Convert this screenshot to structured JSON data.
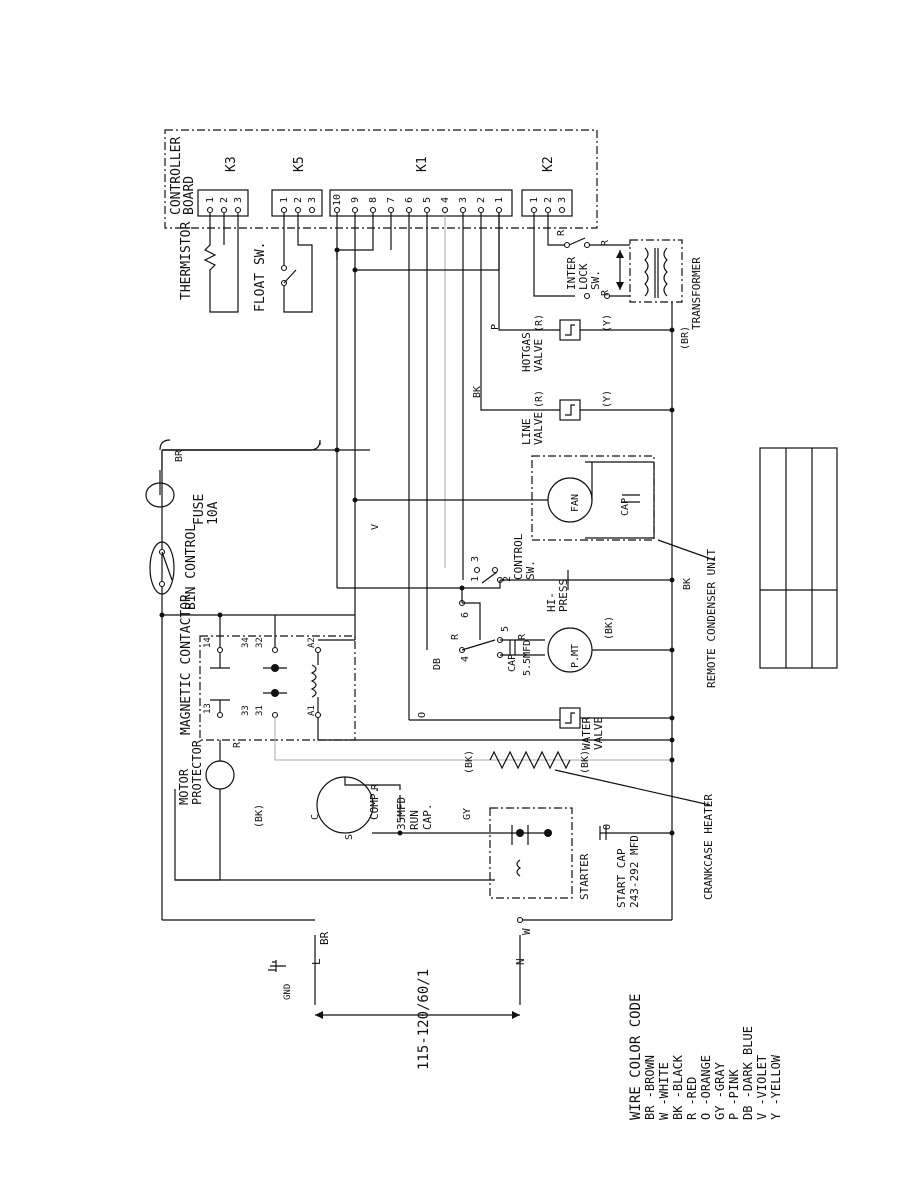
{
  "controller": {
    "title": "CONTROLLER",
    "subtitle": "BOARD"
  },
  "connectors": [
    {
      "name": "K3",
      "pins": [
        "1",
        "2",
        "3"
      ]
    },
    {
      "name": "K5",
      "pins": [
        "1",
        "2",
        "3"
      ]
    },
    {
      "name": "K1",
      "pins": [
        "10",
        "9",
        "8",
        "7",
        "6",
        "5",
        "4",
        "3",
        "2",
        "1"
      ]
    },
    {
      "name": "K2",
      "pins": [
        "1",
        "2",
        "3"
      ]
    }
  ],
  "components": {
    "thermistor": "THERMISTOR",
    "float_sw": "FLOAT SW.",
    "interlock": [
      "INTER",
      "LOCK",
      "SW."
    ],
    "transformer": "TRANSFORMER",
    "transformer_color": "(BR)",
    "hotgas_valve": [
      "HOTGAS",
      "VALVE"
    ],
    "hotgas_colors": [
      "(R)",
      "(Y)"
    ],
    "line_valve": [
      "LINE",
      "VALVE"
    ],
    "line_valve_colors": [
      "(R)",
      "(Y)"
    ],
    "fan": "FAN",
    "fan_cap": "CAP",
    "remote_condenser": "REMOTE CONDENSER UNIT",
    "fuse": [
      "FUSE",
      "10A"
    ],
    "bin_control": "BIN CONTROL",
    "control_sw": [
      "CONTROL",
      "SW."
    ],
    "hi_press": [
      "HI-",
      "PRESS"
    ],
    "pump": "P.MT",
    "pump_cap": "CAP",
    "pump_cap_value": "5.5MFD",
    "pump_color": "(BK)",
    "magnetic_contactor": "MAGNETIC CONTACTOR",
    "contactor_terms": {
      "t14": "14",
      "t13": "13",
      "t34": "34",
      "t33": "33",
      "t32": "32",
      "t31": "31",
      "a2": "A2",
      "a1": "A1"
    },
    "water_valve": [
      "WATER",
      "VALVE"
    ],
    "crankcase_heater": "CRANKCASE HEATER",
    "crankcase_color": "(BK)",
    "motor_protector": [
      "MOTOR",
      "PROTECTOR"
    ],
    "comp": "COMP.",
    "comp_terms": {
      "c": "C",
      "s": "S",
      "r": "R"
    },
    "run_cap": [
      "35MFD",
      "RUN",
      "CAP."
    ],
    "starter": "STARTER",
    "start_cap": [
      "START CAP",
      "243-292 MFD"
    ],
    "supply": "115-120/60/1",
    "gnd": "GND",
    "line": "L",
    "neutral": "N"
  },
  "wire_labels": {
    "br": "BR",
    "w": "W",
    "r": "R",
    "p": "P",
    "bk": "BK",
    "v": "V",
    "o": "O",
    "db": "DB",
    "gy": "GY",
    "bk_paren": "(BK)",
    "r_paren": "(R)"
  },
  "sw_terms": {
    "t1": "1",
    "t2": "2",
    "t3": "3",
    "t4": "4",
    "t5": "5",
    "t6": "6"
  },
  "legend": {
    "title": "WIRE COLOR CODE",
    "items": [
      "BR -BROWN",
      "W  -WHITE",
      "BK -BLACK",
      "R  -RED",
      "O  -ORANGE",
      "GY -GRAY",
      "P  -PINK",
      "DB -DARK BLUE",
      "V  -VIOLET",
      "Y  -YELLOW"
    ]
  }
}
